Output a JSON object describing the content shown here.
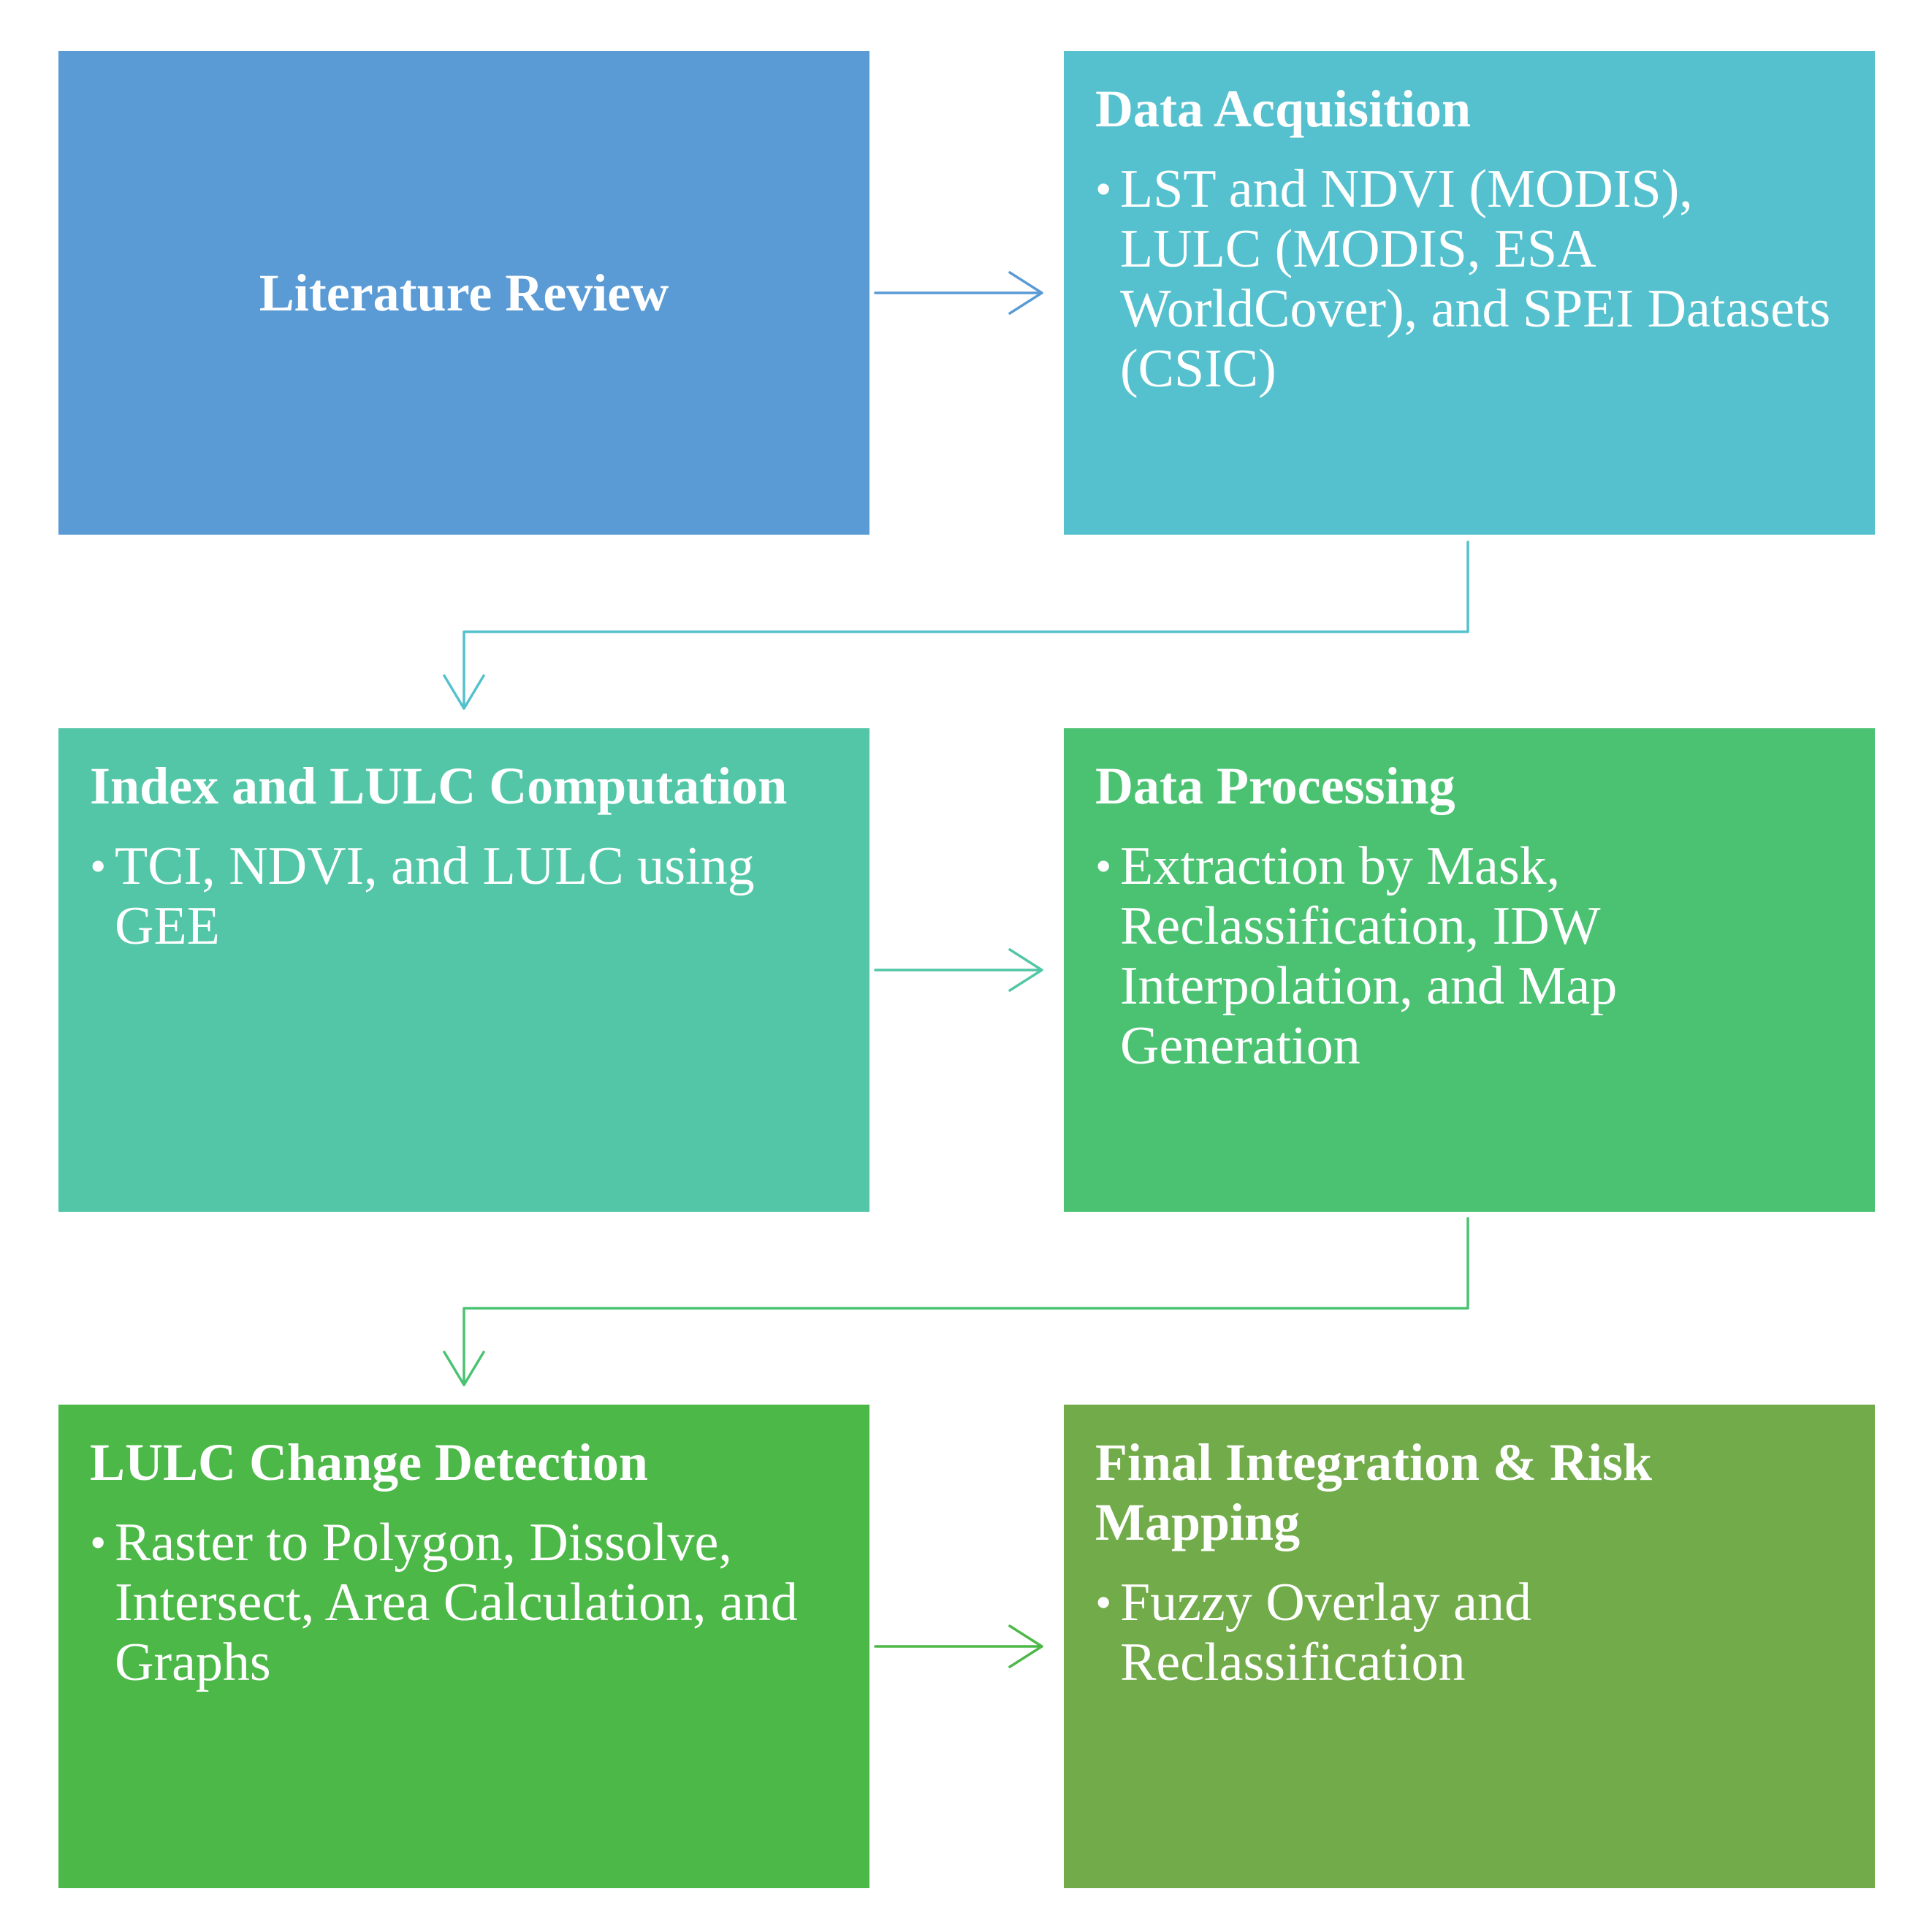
{
  "steps": [
    {
      "title": "Literature Review",
      "bullet": "",
      "color": "#5a9bd5"
    },
    {
      "title": "Data Acquisition",
      "bullet": "LST and NDVI (MODIS), LULC (MODIS, ESA WorldCover), and SPEI Datasets (CSIC)",
      "color": "#55c1ce"
    },
    {
      "title": "Index and LULC Computation",
      "bullet": "TCI, NDVI, and LULC using GEE",
      "color": "#52c6a6"
    },
    {
      "title": "Data Processing",
      "bullet": "Extraction by Mask, Reclassification, IDW Interpolation, and Map Generation",
      "color": "#4bc272"
    },
    {
      "title": "LULC Change Detection",
      "bullet": "Raster to Polygon, Dissolve, Intersect, Area Calculation, and Graphs",
      "color": "#4cb847"
    },
    {
      "title": "Final Integration & Risk Mapping",
      "bullet": "Fuzzy Overlay and Reclassification",
      "color": "#72ab4a"
    }
  ],
  "connector_colors": {
    "row1": "#5a9bd5",
    "row1_to_row2": "#55c1ce",
    "row2": "#52c6a6",
    "row2_to_row3": "#4bc272",
    "row3": "#4cb847"
  },
  "bullet_symbol": "•"
}
